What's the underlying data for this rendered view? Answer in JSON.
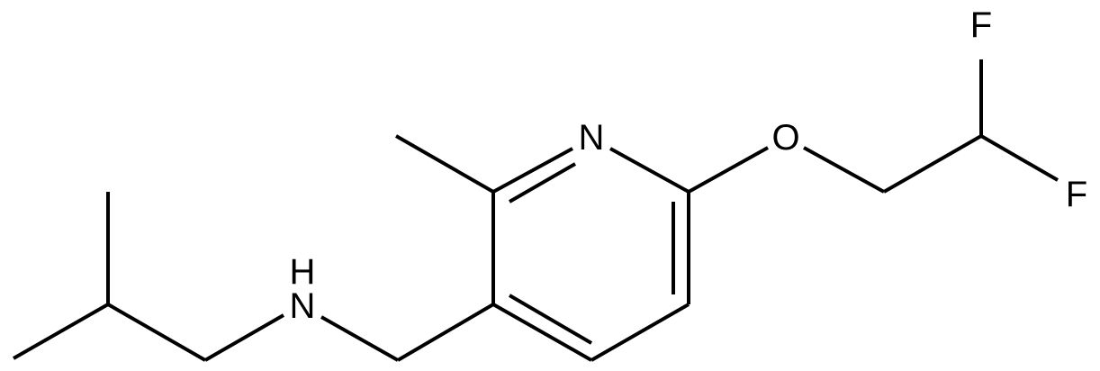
{
  "structure": {
    "atoms": {
      "N_ring": "N",
      "O_ether": "O",
      "F_top": "F",
      "F_right": "F",
      "N_amine": "N",
      "H_amine": "H"
    }
  },
  "colors": {
    "bond": "#000000",
    "label": "#000000",
    "background": "#ffffff"
  }
}
